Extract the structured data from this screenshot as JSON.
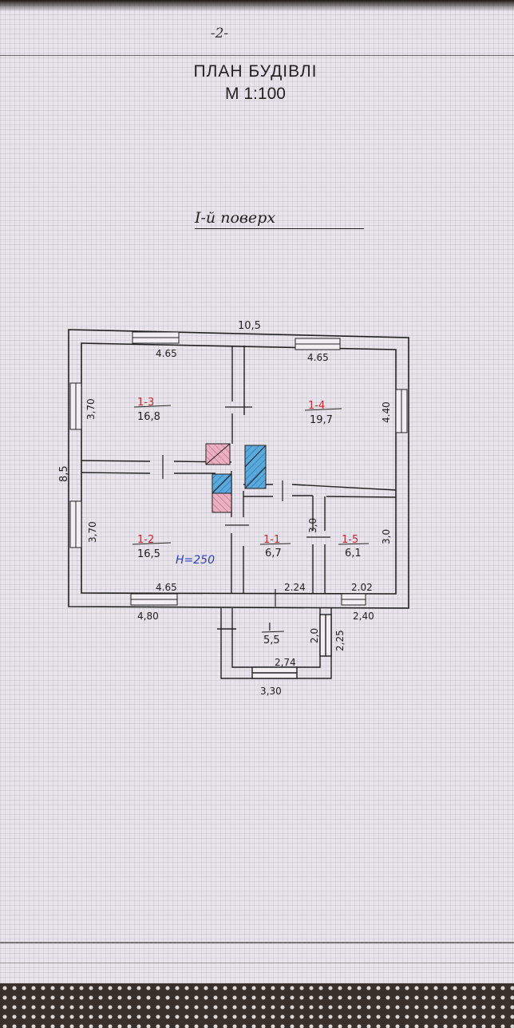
{
  "header": {
    "page_number": "-2-",
    "title": "ПЛАН БУДІВЛІ",
    "scale": "М 1:100"
  },
  "floor": {
    "label": "I-й поверх"
  },
  "overall": {
    "width": "10,5",
    "depth": "8,5"
  },
  "rooms": [
    {
      "id": "1-3",
      "area": "16,8",
      "width": "4.65",
      "depth": "3,70"
    },
    {
      "id": "1-4",
      "area": "19,7",
      "width": "4.65",
      "depth": "4.40"
    },
    {
      "id": "1-2",
      "area": "16,5",
      "width": "4.65",
      "depth": "3,70"
    },
    {
      "id": "1-1",
      "area": "6,7",
      "width": "2.24",
      "depth": "3,0"
    },
    {
      "id": "1-5",
      "area": "6,1",
      "width": "2.02",
      "depth": "3,0"
    }
  ],
  "ceiling_height": "H=250",
  "bottom_dims": {
    "left_outer": "4,80",
    "right_outer": "2,40"
  },
  "porch": {
    "id": "I",
    "area": "5,5",
    "inner_width": "2,74",
    "outer_width": "3,30",
    "inner_depth": "2,0",
    "outer_depth": "2,25"
  },
  "colors": {
    "wall": "#222222",
    "red_label": "#c42a35",
    "hatch_pink": "#e8a6b9",
    "hatch_blue": "#4a9dd0",
    "ceiling_blue": "#2a3fbd"
  }
}
